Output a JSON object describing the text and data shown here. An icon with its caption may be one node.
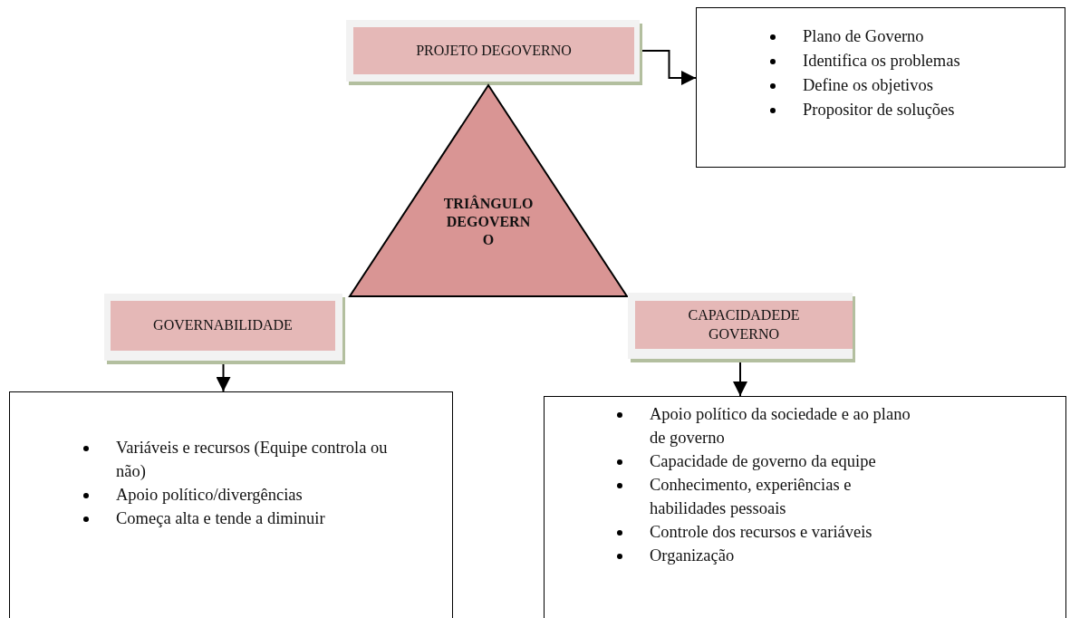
{
  "diagram": {
    "nodes": [
      {
        "text": [
          "PROJETO DEGOVERNO"
        ]
      },
      {
        "text": [
          "Plano de Governo",
          "Identifica os problemas",
          "Define os objetivos",
          "Propositor de soluções"
        ]
      },
      {
        "text": [
          "TRIÂNGULO DEGOVERNO"
        ]
      },
      {
        "text": [
          "GOVERNABILIDADE"
        ]
      },
      {
        "text": [
          "CAPACIDADEDE GOVERNO"
        ]
      },
      {
        "text": [
          "Variáveis e recursos (Equipe controla ou não)",
          "Apoio político/divergências",
          "Começa alta e tende a diminuir"
        ]
      },
      {
        "text": [
          "Apoio político da sociedade e ao plano de governo",
          "Capacidade de governo da equipe",
          "Conhecimento, experiências e habilidades pessoais",
          "Controle dos recursos e variáveis",
          "Organização"
        ]
      }
    ],
    "edges": [
      {
        "from": 0,
        "to": 1,
        "arrow": "to"
      },
      {
        "from": 3,
        "to": 5,
        "arrow": "to"
      },
      {
        "from": 4,
        "to": 6,
        "arrow": "to"
      }
    ]
  }
}
